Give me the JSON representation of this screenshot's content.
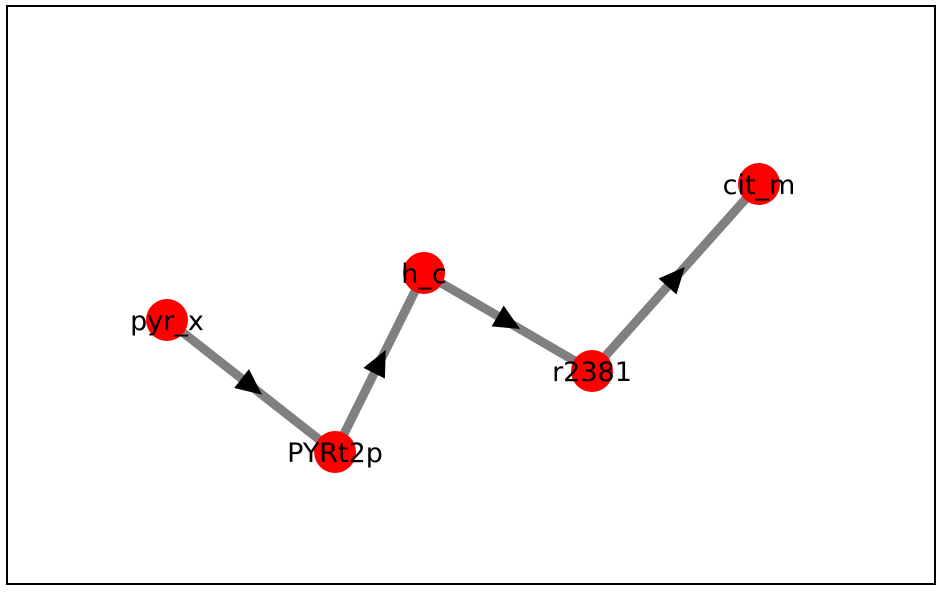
{
  "graph": {
    "colors": {
      "node": "#ff0000",
      "edge": "#808080",
      "arrow": "#000000",
      "label": "#000000",
      "frame": "#000000"
    },
    "nodes": [
      {
        "id": "pyr_x",
        "label": "pyr_x"
      },
      {
        "id": "PYRt2p",
        "label": "PYRt2p"
      },
      {
        "id": "h_c",
        "label": "h_c"
      },
      {
        "id": "r2381",
        "label": "r2381"
      },
      {
        "id": "cit_m",
        "label": "cit_m"
      }
    ],
    "edges": [
      {
        "source": "pyr_x",
        "target": "PYRt2p"
      },
      {
        "source": "PYRt2p",
        "target": "h_c"
      },
      {
        "source": "h_c",
        "target": "r2381"
      },
      {
        "source": "r2381",
        "target": "cit_m"
      }
    ]
  }
}
